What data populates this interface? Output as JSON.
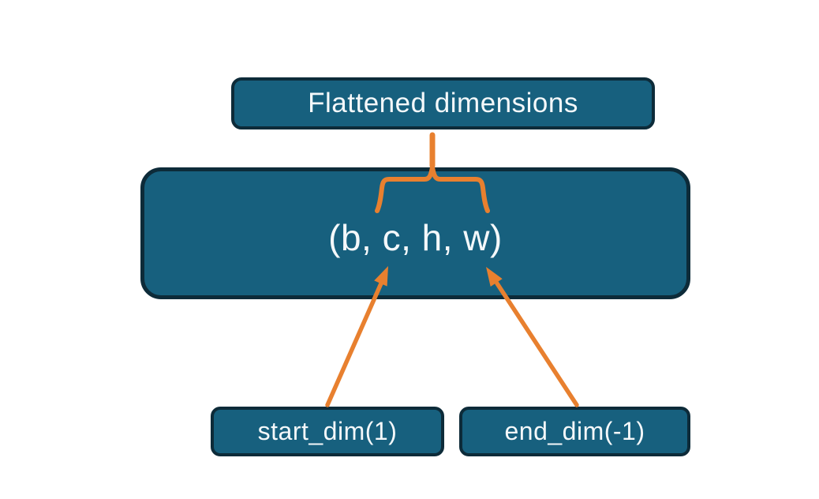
{
  "diagram": {
    "nodes": {
      "flattened": {
        "label": "Flattened dimensions"
      },
      "tensor": {
        "label": "(b, c, h, w)"
      },
      "start_dim": {
        "label": "start_dim(1)"
      },
      "end_dim": {
        "label": "end_dim(-1)"
      }
    },
    "edges": [
      {
        "name": "stem",
        "type": "line",
        "from": "flattened",
        "to": "brace"
      },
      {
        "name": "brace",
        "type": "brace",
        "spans": "c, h, w"
      },
      {
        "name": "arrow-start-dim",
        "type": "arrow",
        "from": "start_dim",
        "to": "tensor"
      },
      {
        "name": "arrow-end-dim",
        "type": "arrow",
        "from": "end_dim",
        "to": "tensor"
      }
    ],
    "colors": {
      "node_fill": "#17607e",
      "node_border": "#0d2b39",
      "connector": "#e8802f",
      "text": "#f4f8fa",
      "background": "#ffffff"
    }
  }
}
